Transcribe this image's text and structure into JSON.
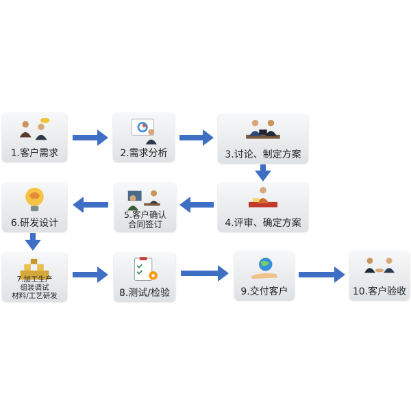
{
  "steps": [
    {
      "label_lines": [
        "1.客户需求"
      ],
      "icon": "client-needs-icon"
    },
    {
      "label_lines": [
        "2.需求分析"
      ],
      "icon": "analysis-chart-icon"
    },
    {
      "label_lines": [
        "3.讨论、制定方案"
      ],
      "icon": "meeting-discussion-icon"
    },
    {
      "label_lines": [
        "4.评审、确定方案"
      ],
      "icon": "review-plan-icon"
    },
    {
      "label_lines": [
        "5.客户确认",
        "合同签订"
      ],
      "icon": "contract-signing-icon"
    },
    {
      "label_lines": [
        "6.研发设计"
      ],
      "icon": "lightbulb-brain-icon"
    },
    {
      "label_lines": [
        "7.加工生产",
        "组装调试",
        "材料/工艺研发"
      ],
      "icon": "production-icon"
    },
    {
      "label_lines": [
        "8.测试/检验"
      ],
      "icon": "checklist-gear-icon"
    },
    {
      "label_lines": [
        "9.交付客户"
      ],
      "icon": "globe-hand-icon"
    },
    {
      "label_lines": [
        "10.客户验收"
      ],
      "icon": "handshake-icon"
    }
  ],
  "colors": {
    "arrow": "#3f6fc4",
    "card_top": "#f7f8f9",
    "card_bottom": "#dfe2e5",
    "label": "#222222"
  }
}
